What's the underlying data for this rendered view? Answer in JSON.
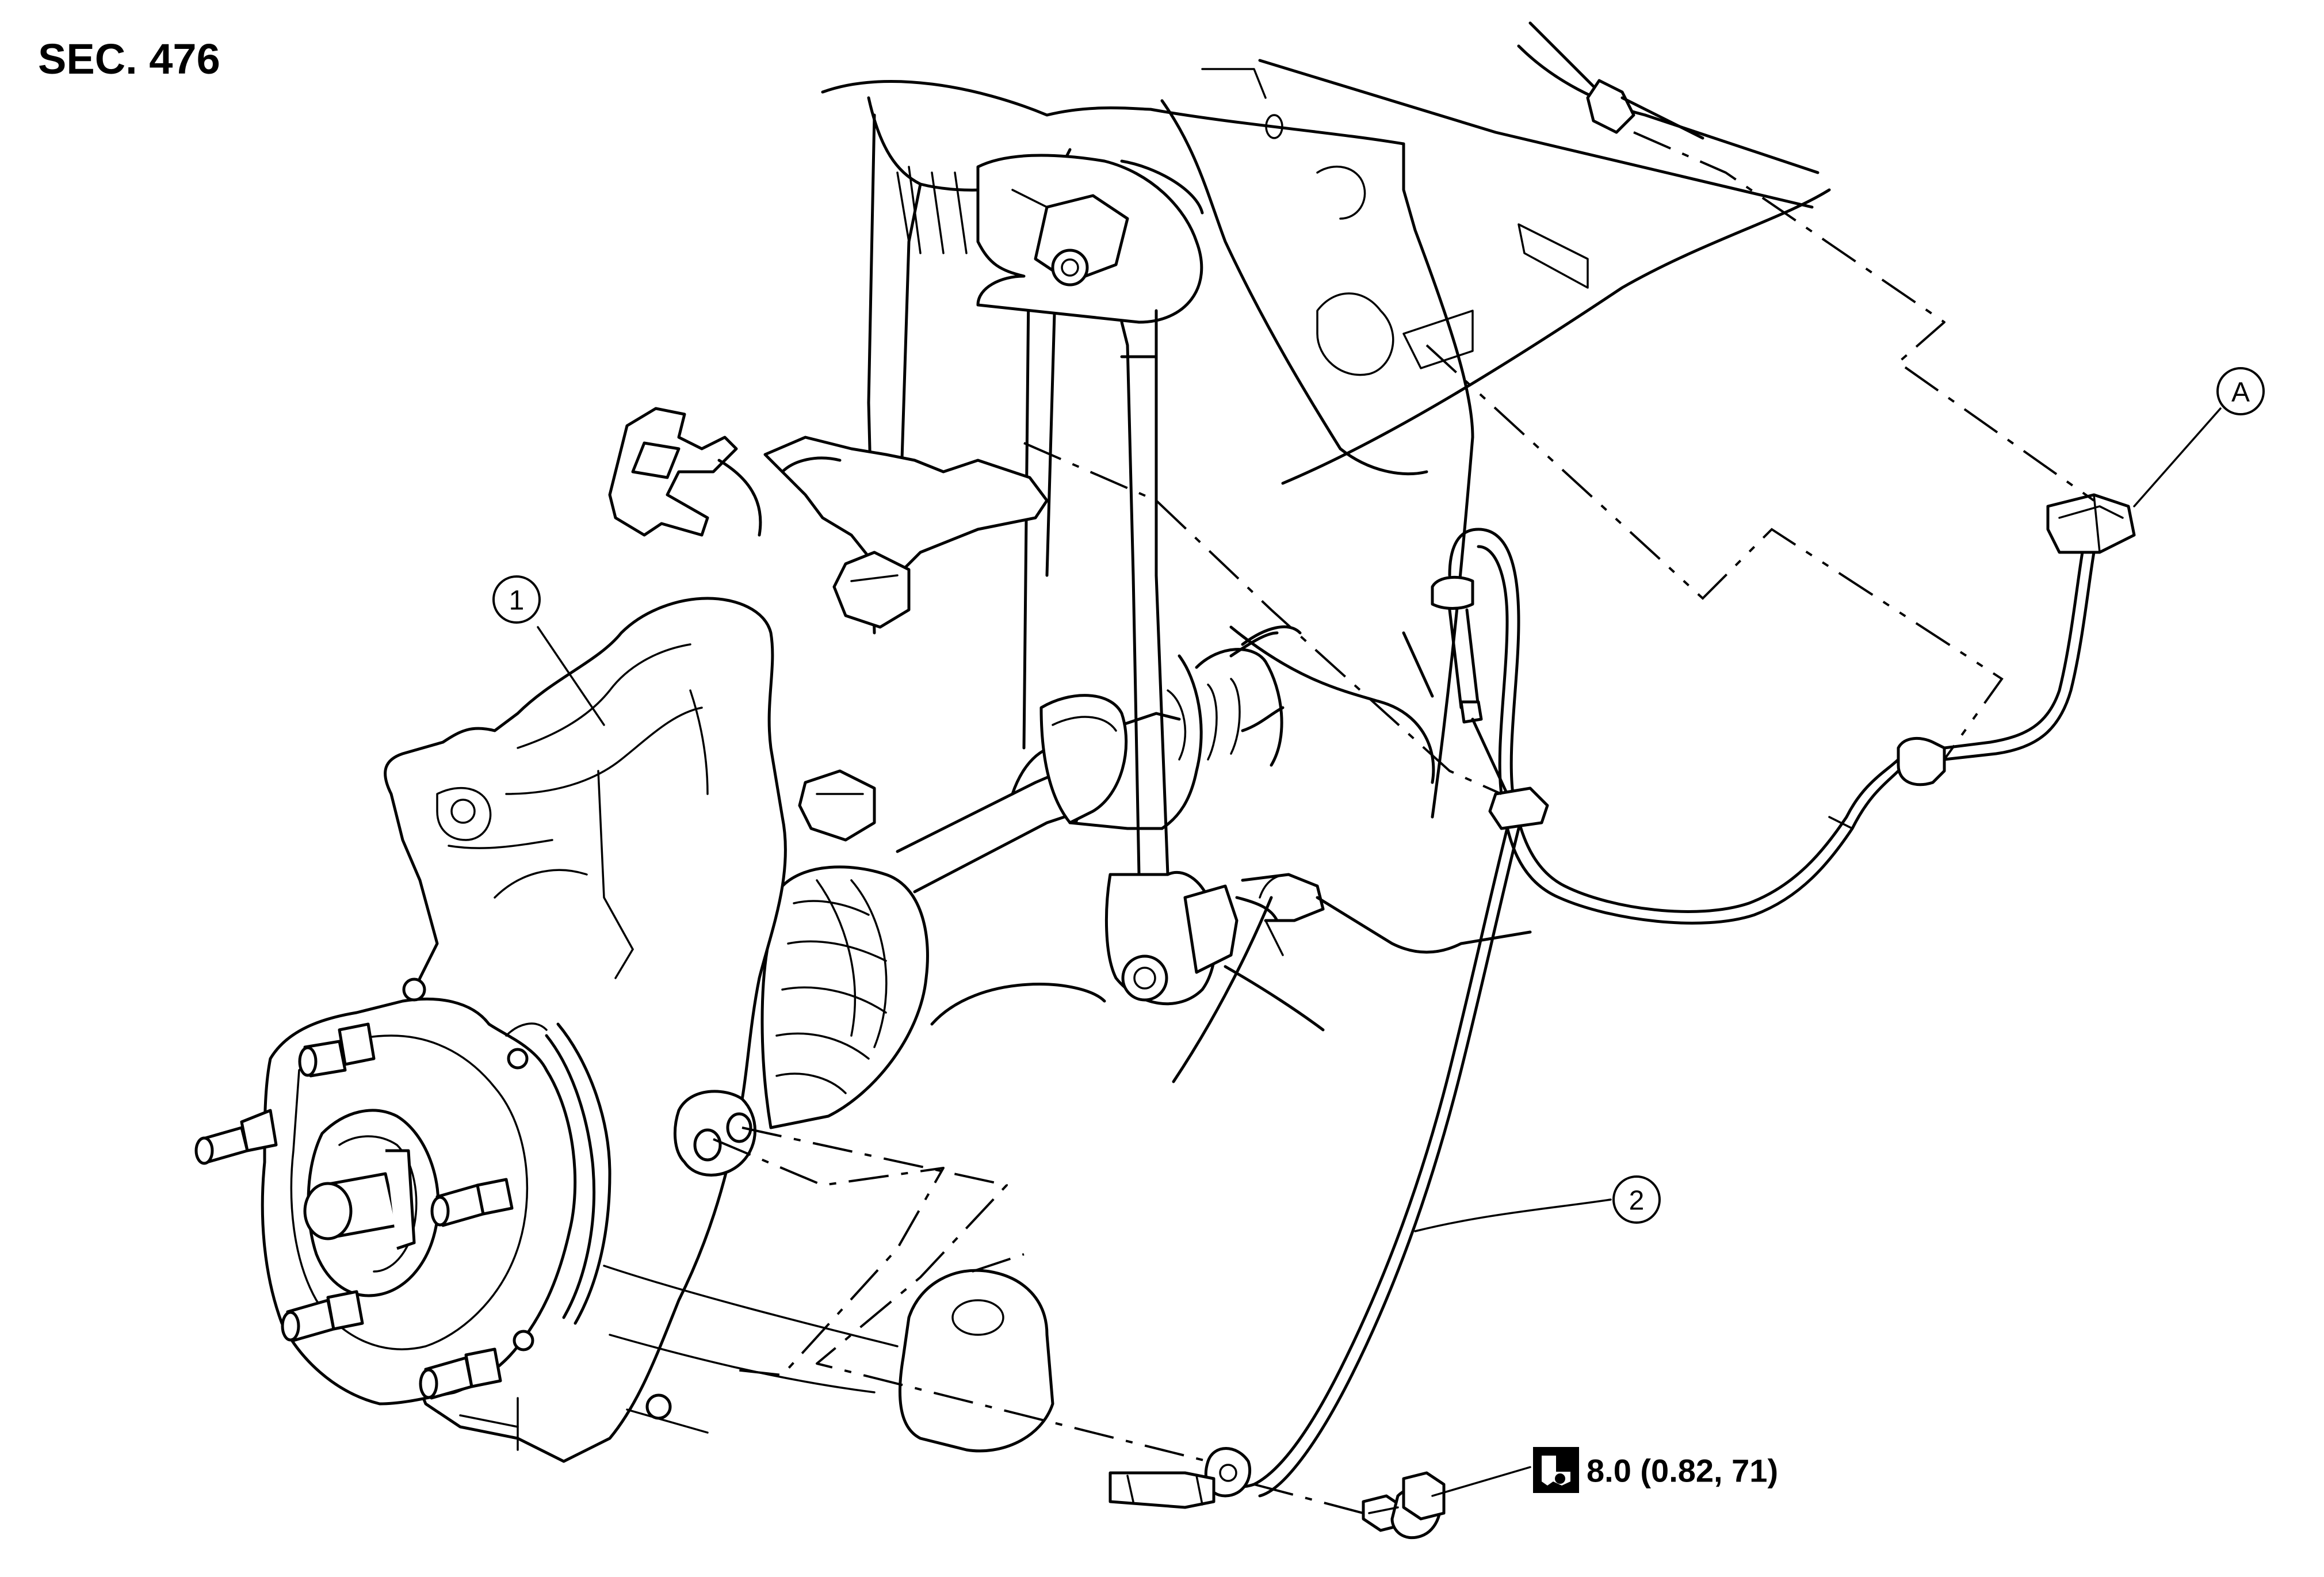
{
  "section_ref": "SEC. 476",
  "callouts": {
    "item_1": "1",
    "item_2": "2",
    "view_a": "A"
  },
  "torque": {
    "icon": "torque-wrench-icon",
    "value": "8.0 (0.82, 71)"
  }
}
